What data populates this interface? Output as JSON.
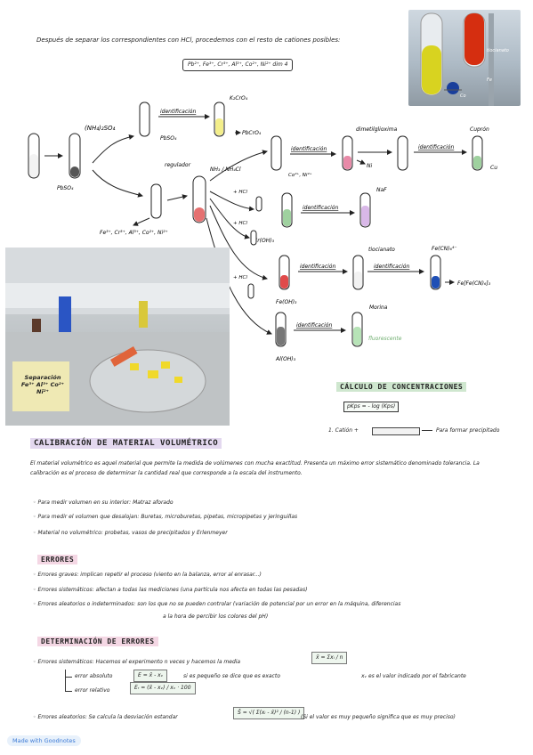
{
  "intro": {
    "text": "Después de separar los correspondientes con HCl, procedemos con el resto de cationes posibles:",
    "cations": "Pb²⁺, Fe³⁺, Cr³⁺, Al³⁺, Co²⁺, Ni²⁺  dim 4"
  },
  "photo1": {
    "label1": "tiocianato",
    "label2": "Fe",
    "label3": "Co"
  },
  "diagram": {
    "nh4so4": "(NH₄)₂SO₄",
    "pbso4_left": "PbSO₄",
    "pbso4": "PbSO₄",
    "identificacion": "identificación",
    "k2cro4": "K₂CrO₄",
    "pbcro4": "PbCrO₄",
    "regulador": "regulador",
    "nh3_nh4cl": "NH₃ / NH₄Cl",
    "dimetil": "dimetilglioxima",
    "cupron": "Cuprón",
    "ni": "Ni",
    "cu": "Cu",
    "co_ni": "Co²⁺, Ni²⁺",
    "hcl1": "+ HCl",
    "hcl2": "+ HCl",
    "hcl3": "+ HCl",
    "naf": "NaF",
    "cr_oh": "Cr(OH)₃",
    "tiocianato": "tiocianato",
    "fe_cn": "Fe(CN)₆⁴⁻",
    "fe_oh": "Fe(OH)₃",
    "fe_fe": "Fe[Fe(CN)₆]₃",
    "morina": "Morina",
    "fluorescente": "fluorescente",
    "al_oh": "Al(OH)₃",
    "cations_bottom": "Fe³⁺, Cr³⁺, Al³⁺, Co²⁺, Ni²⁺"
  },
  "photo2": {
    "title": "Separación",
    "ions": "Fe³⁺ Al³⁺ Co²⁺",
    "ions2": "Ni²⁺"
  },
  "concentraciones": {
    "title": "CÁLCULO DE CONCENTRACIONES",
    "formula": "pKps = - log (Kps)",
    "item": "1. Catión +",
    "item_end": "Para formar precipitado"
  },
  "calibracion": {
    "title": "CALIBRACIÓN DE MATERIAL VOLUMÉTRICO",
    "paragraph": "El material volumétrico es aquel material que permite la medida de volúmenes con mucha exactitud. Presenta un máximo error sistemático denominado tolerancia. La calibración es el proceso de determinar la cantidad real que corresponde a la escala del instrumento.",
    "bullets": [
      "Para medir volumen en su interior: Matraz aforado",
      "Para medir el volumen que desalojan: Buretas, microburetas, pipetas, micropipetas y jeringuillas",
      "Material no volumétrico: probetas, vasos de precipitados y Erlenmeyer"
    ]
  },
  "errores": {
    "title": "ERRORES",
    "bullets": [
      "Errores graves: implican repetir el proceso (viento en la balanza, error al enrasar...)",
      "Errores sistemáticos: afectan a todas las mediciones (una partícula nos afecta en todas las pesadas)",
      "Errores aleatorios o indeterminados: son los que no se pueden controlar (variación de potencial por un error en la máquina, diferencias"
    ],
    "cont": "a la hora de percibir los colores del pH)"
  },
  "determinacion": {
    "title": "DETERMINACIÓN DE ERRORES",
    "sistematicos": "Errores sistemáticos: Hacemos el experimento n veces y hacemos la media",
    "media": "x̄ = Σxᵢ / n",
    "abs_label": "error absoluto",
    "abs_formula": "E = x̄ - xᵥ",
    "abs_note": "si es pequeño se dice que es exacto",
    "xv_note": "xᵥ es el valor indicado por el fabricante",
    "rel_label": "error relativo",
    "rel_formula": "Eᵣ = (x̄ - xᵥ) / xᵥ · 100",
    "aleatorios": "Errores aleatorios: Se calcula la desviación estandar",
    "sd_formula": "Ŝ = √( Σ(xᵢ - x̄)² / (n-1) )",
    "sd_note": "(Si el valor es muy pequeño significa que es muy preciso)"
  },
  "footer": {
    "made": "Made with Goodnotes"
  }
}
